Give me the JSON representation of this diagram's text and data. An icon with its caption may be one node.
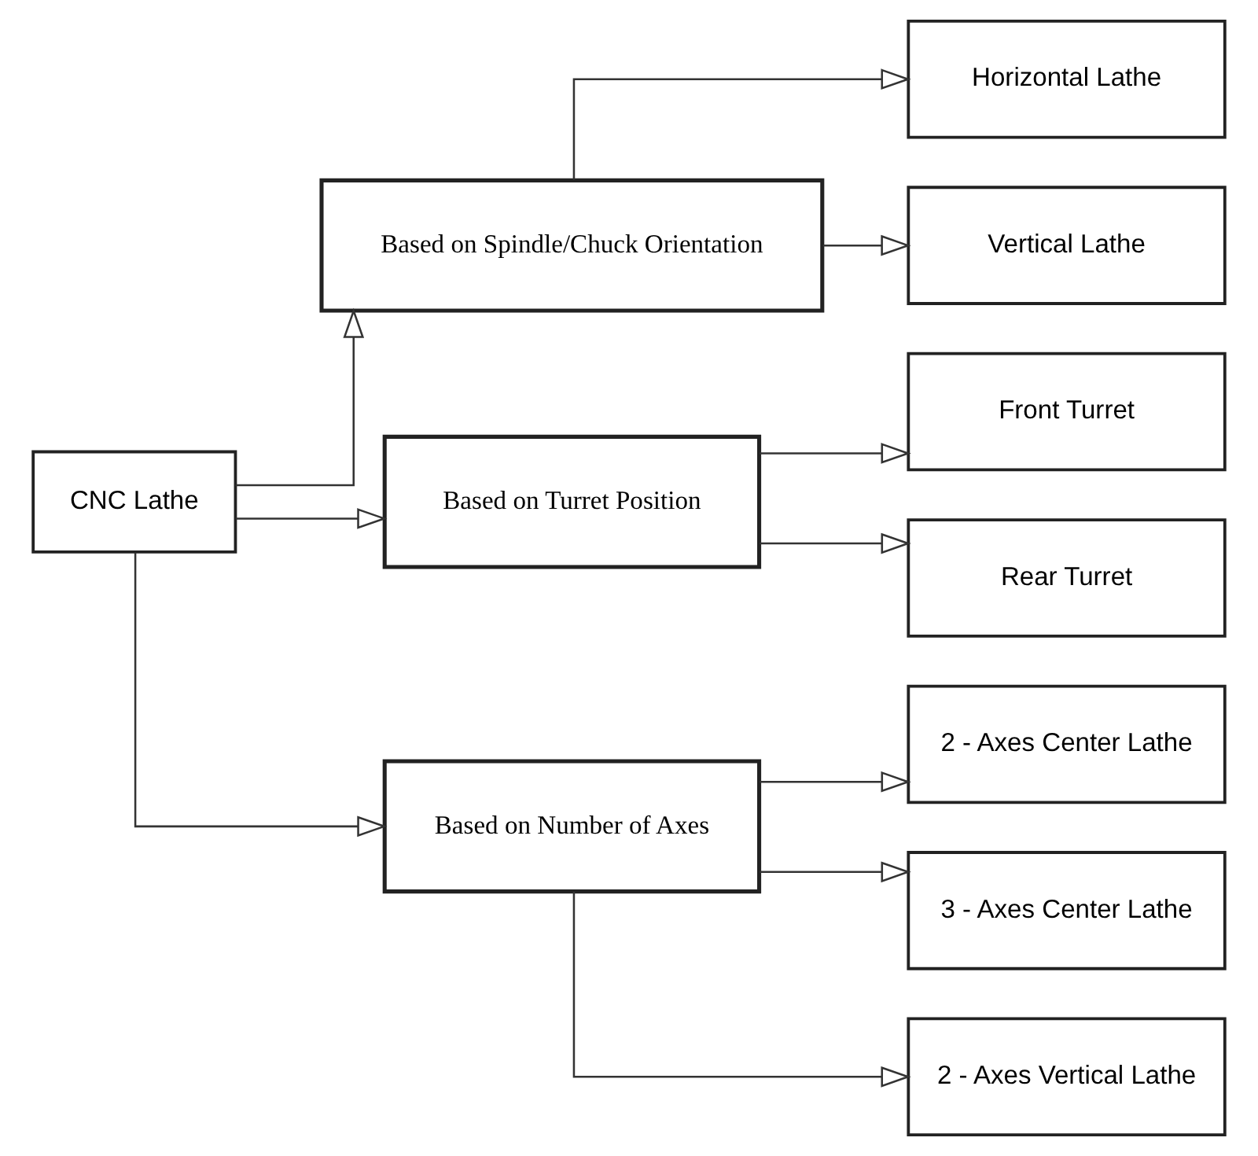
{
  "diagram": {
    "nodes": [
      {
        "text": [
          "CNC Lathe"
        ]
      },
      {
        "text": [
          "Based on Spindle/Chuck Orientation"
        ]
      },
      {
        "text": [
          "Based on Turret Position"
        ]
      },
      {
        "text": [
          "Based on Number of Axes"
        ]
      },
      {
        "text": [
          "Horizontal Lathe"
        ]
      },
      {
        "text": [
          "Vertical Lathe"
        ]
      },
      {
        "text": [
          "Front Turret"
        ]
      },
      {
        "text": [
          "Rear Turret"
        ]
      },
      {
        "text": [
          "2 - Axes Center Lathe"
        ]
      },
      {
        "text": [
          "3 - Axes Center Lathe"
        ]
      },
      {
        "text": [
          "2 - Axes Vertical Lathe"
        ]
      }
    ],
    "edges": [
      {
        "from": 0,
        "to": 1,
        "arrow": "to"
      },
      {
        "from": 0,
        "to": 2,
        "arrow": "to"
      },
      {
        "from": 0,
        "to": 3,
        "arrow": "to"
      },
      {
        "from": 1,
        "to": 4,
        "arrow": "to"
      },
      {
        "from": 1,
        "to": 5,
        "arrow": "to"
      },
      {
        "from": 2,
        "to": 6,
        "arrow": "to"
      },
      {
        "from": 2,
        "to": 7,
        "arrow": "to"
      },
      {
        "from": 3,
        "to": 8,
        "arrow": "to"
      },
      {
        "from": 3,
        "to": 9,
        "arrow": "to"
      },
      {
        "from": 3,
        "to": 10,
        "arrow": "to"
      }
    ]
  }
}
